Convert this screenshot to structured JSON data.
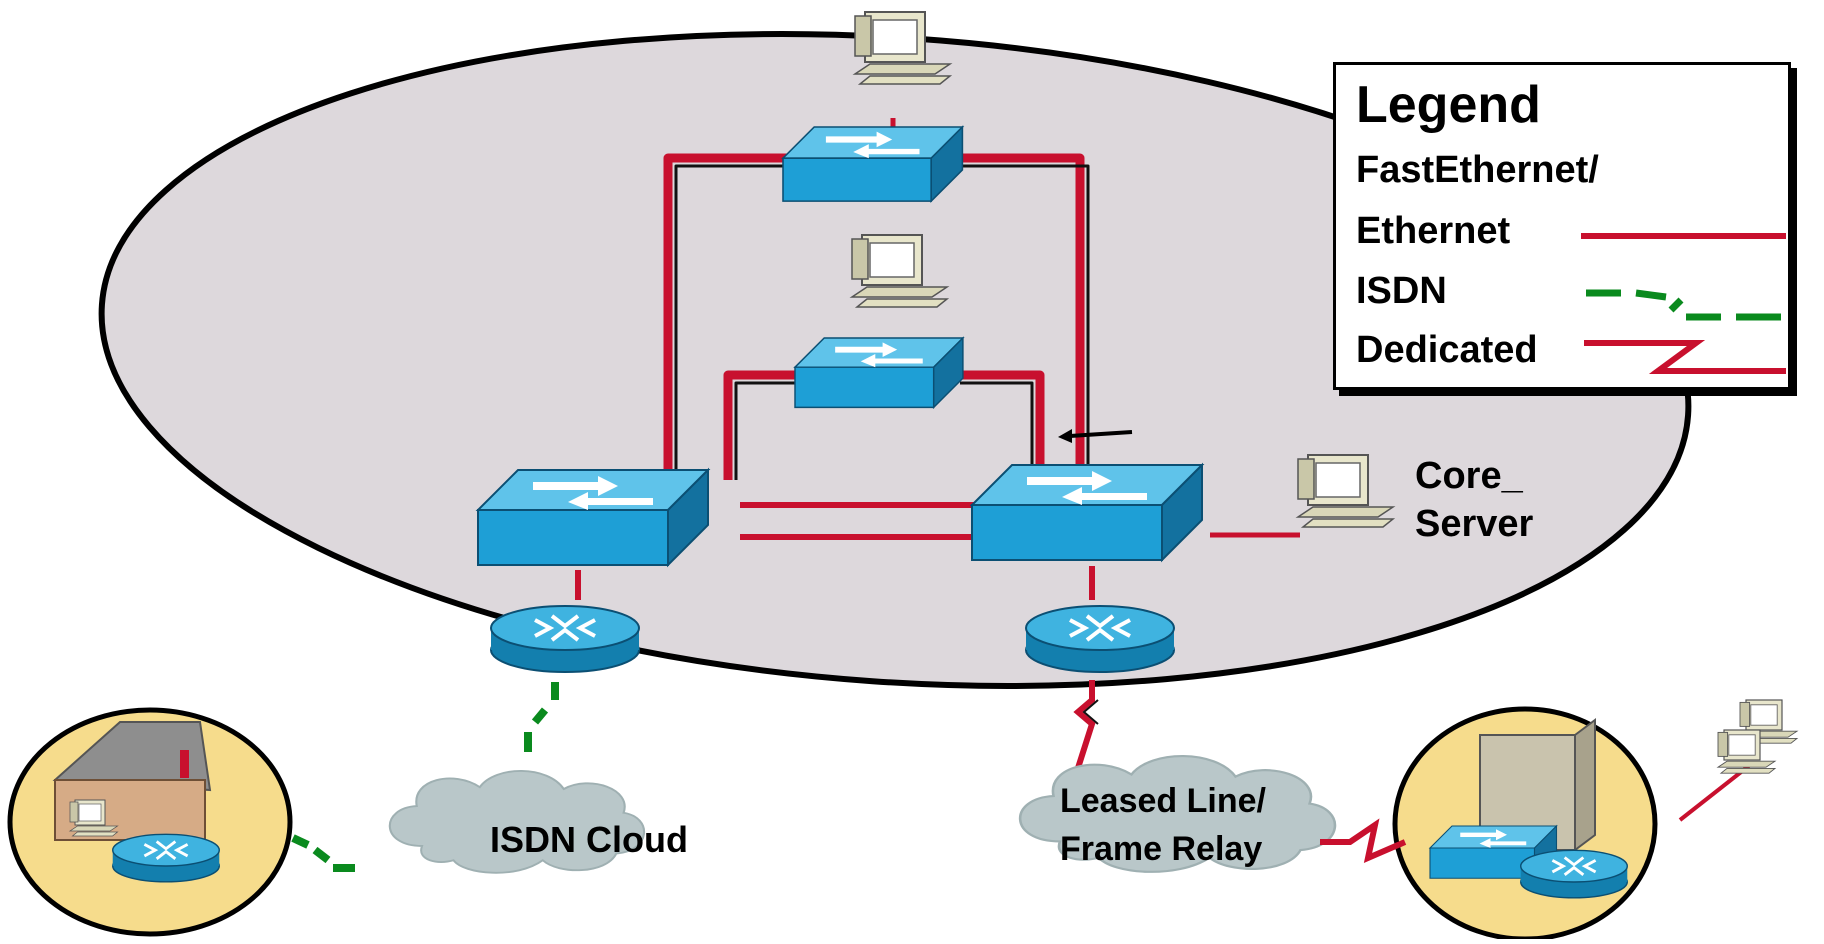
{
  "legend": {
    "title": "Legend",
    "items": [
      {
        "label_line1": "FastEthernet/",
        "label_line2": "Ethernet",
        "symbol": "solid-red-line",
        "color": "#c8102e"
      },
      {
        "label": "ISDN",
        "symbol": "dashed-green-zigzag",
        "color": "#0a8a1e"
      },
      {
        "label": "Dedicated",
        "symbol": "red-zigzag-line",
        "color": "#c8102e"
      }
    ]
  },
  "labels": {
    "core_server_line1": "Core_",
    "core_server_line2": "Server",
    "isdn_cloud": "ISDN Cloud",
    "leased_line1": "Leased Line/",
    "leased_line2": "Frame Relay"
  },
  "colors": {
    "campus_fill": "#ddd8dc",
    "site_fill": "#f6dc8c",
    "switch_top": "#3fb3e0",
    "switch_side": "#1b84b5",
    "cloud": "#b9c7c9",
    "ethernet": "#c8102e",
    "isdn": "#0a8a1e"
  }
}
